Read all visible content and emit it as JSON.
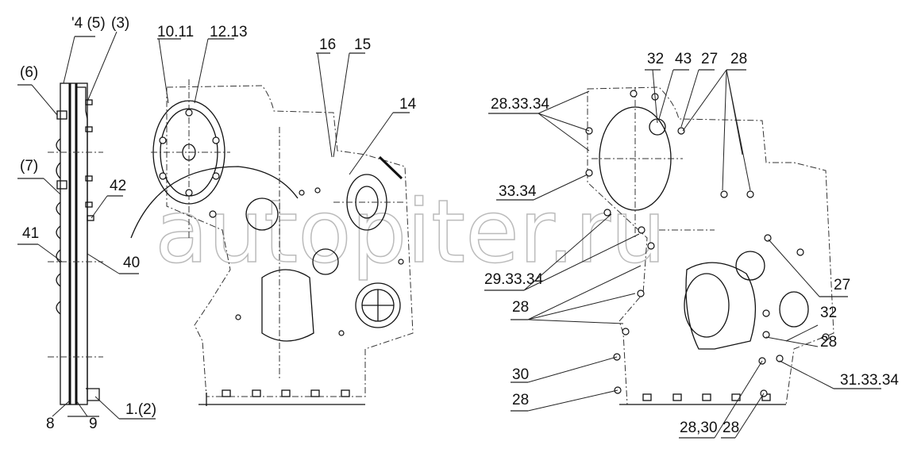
{
  "watermark": "autopiter.ru",
  "left_view_labels": {
    "l4_5": "'4 (5)",
    "l3": "(3)",
    "l6": "(6)",
    "l7": "(7)",
    "l42": "42",
    "l41": "41",
    "l40": "40",
    "l8": "8",
    "l9": "9",
    "l1_2": "1.(2)"
  },
  "middle_view_labels": {
    "l10_11": "10.11",
    "l12_13": "12.13",
    "l16": "16",
    "l15": "15",
    "l14": "14"
  },
  "right_view_labels": {
    "l32a": "32",
    "l43": "43",
    "l27a": "27",
    "l28a": "28",
    "l28_33_34": "28.33.34",
    "l33_34": "33.34",
    "l29_33_34": "29.33.34",
    "l28b": "28",
    "l27b": "27",
    "l32b": "32",
    "l28c": "28",
    "l30": "30",
    "l28d": "28",
    "l31_33_34": "31.33.34",
    "l28_30": "28,30",
    "l28e": "28"
  }
}
